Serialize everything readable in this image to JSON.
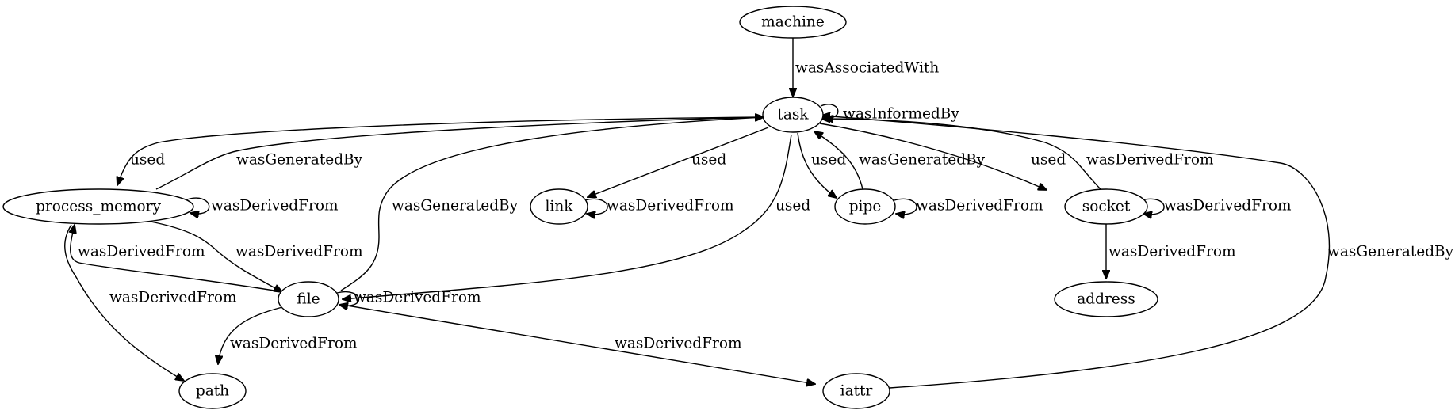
{
  "nodes": {
    "machine": "machine",
    "task": "task",
    "process_memory": "process_memory",
    "link": "link",
    "pipe": "pipe",
    "socket": "socket",
    "file": "file",
    "address": "address",
    "path": "path",
    "iattr": "iattr"
  },
  "edges": [
    {
      "from": "machine",
      "to": "task",
      "label": "wasAssociatedWith"
    },
    {
      "from": "task",
      "to": "task",
      "label": "wasInformedBy"
    },
    {
      "from": "task",
      "to": "process_memory",
      "label": "used"
    },
    {
      "from": "process_memory",
      "to": "task",
      "label": "wasGeneratedBy"
    },
    {
      "from": "task",
      "to": "link",
      "label": "used"
    },
    {
      "from": "task",
      "to": "pipe",
      "label": "used"
    },
    {
      "from": "pipe",
      "to": "task",
      "label": "wasGeneratedBy"
    },
    {
      "from": "task",
      "to": "socket",
      "label": "used"
    },
    {
      "from": "socket",
      "to": "task",
      "label": "wasDerivedFrom"
    },
    {
      "from": "iattr",
      "to": "task",
      "label": "wasGeneratedBy"
    },
    {
      "from": "file",
      "to": "task",
      "label": "wasGeneratedBy"
    },
    {
      "from": "task",
      "to": "file",
      "label": "used"
    },
    {
      "from": "process_memory",
      "to": "process_memory",
      "label": "wasDerivedFrom"
    },
    {
      "from": "link",
      "to": "link",
      "label": "wasDerivedFrom"
    },
    {
      "from": "pipe",
      "to": "pipe",
      "label": "wasDerivedFrom"
    },
    {
      "from": "socket",
      "to": "socket",
      "label": "wasDerivedFrom"
    },
    {
      "from": "socket",
      "to": "address",
      "label": "wasDerivedFrom"
    },
    {
      "from": "process_memory",
      "to": "file",
      "label": "wasDerivedFrom"
    },
    {
      "from": "file",
      "to": "process_memory",
      "label": "wasDerivedFrom"
    },
    {
      "from": "process_memory",
      "to": "path",
      "label": "wasDerivedFrom"
    },
    {
      "from": "file",
      "to": "file",
      "label": "wasDerivedFrom"
    },
    {
      "from": "file",
      "to": "path",
      "label": "wasDerivedFrom"
    },
    {
      "from": "file",
      "to": "iattr",
      "label": "wasDerivedFrom"
    }
  ]
}
